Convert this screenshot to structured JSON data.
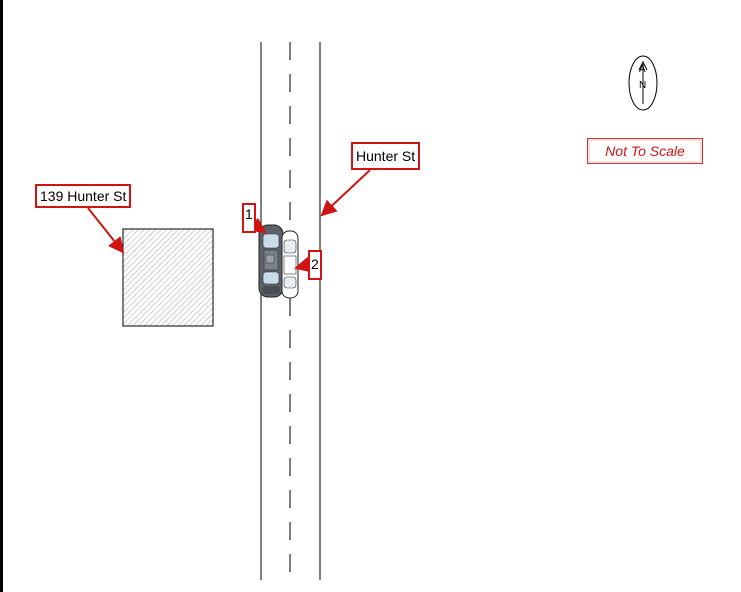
{
  "labels": {
    "street": "Hunter St",
    "building": "139 Hunter St",
    "vehicle_1": "1",
    "vehicle_2": "2"
  },
  "compass": {
    "letter_top": "A",
    "letter_bottom": "N",
    "icon": "north-arrow-icon"
  },
  "scale_note": "Not To Scale",
  "colors": {
    "annotation_red": "#d01414",
    "road_line": "#000000",
    "building_hatch": "#9a9a9a",
    "vehicle_1": "#5a5f66",
    "vehicle_2": "#ffffff"
  }
}
